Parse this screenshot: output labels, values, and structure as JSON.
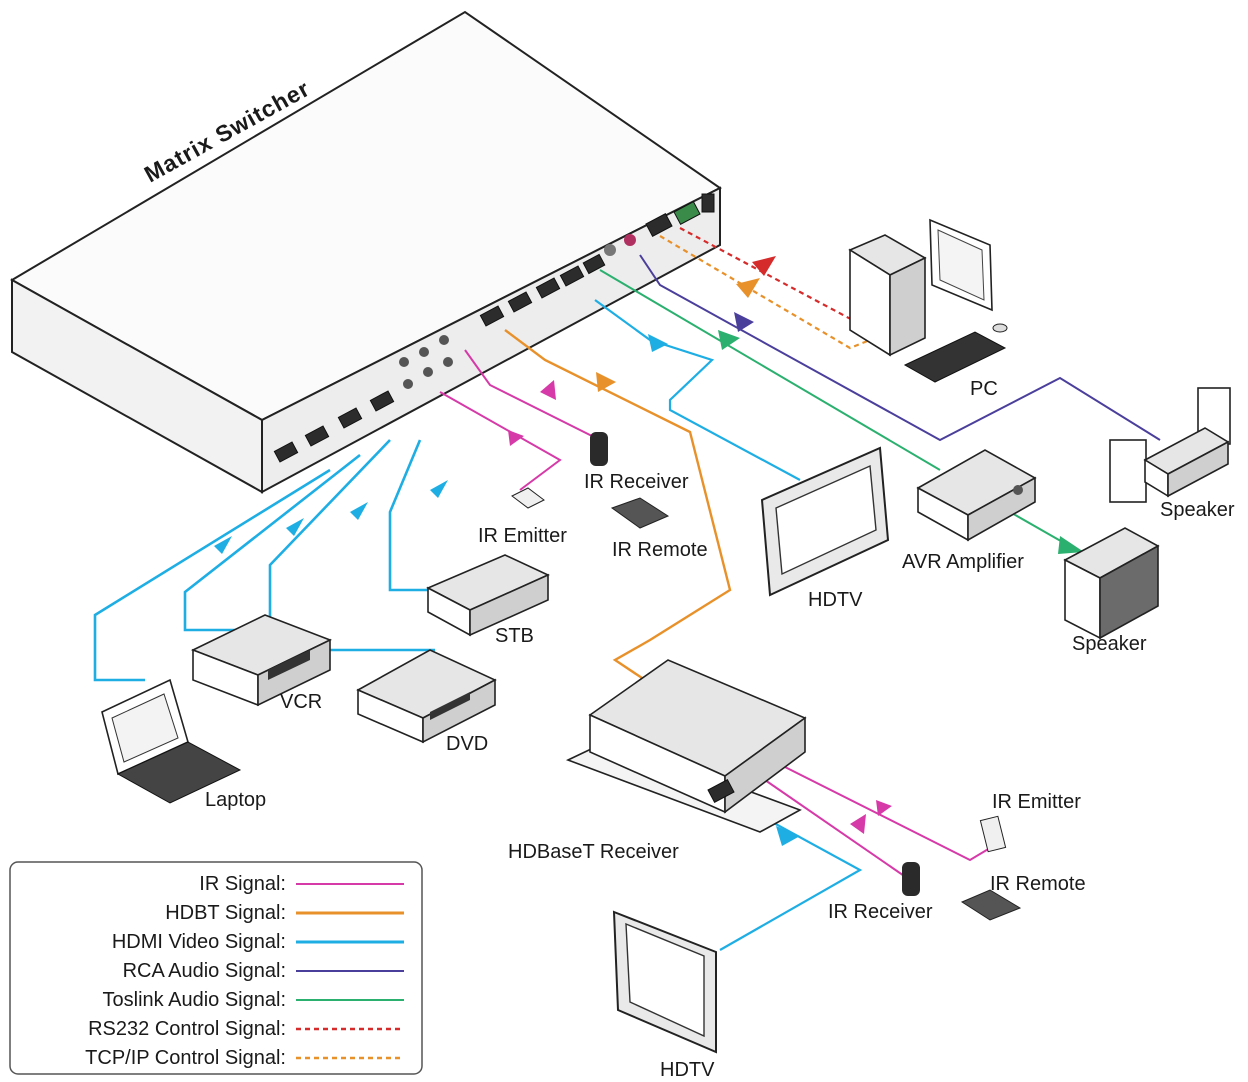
{
  "title": "Matrix Switcher",
  "labels": {
    "pc": "PC",
    "speaker_top": "Speaker",
    "speaker_bottom": "Speaker",
    "ir_receiver_top": "IR Receiver",
    "ir_emitter_top": "IR Emitter",
    "ir_remote_top": "IR Remote",
    "hdtv_top": "HDTV",
    "avr": "AVR  Amplifier",
    "stb": "STB",
    "vcr": "VCR",
    "dvd": "DVD",
    "laptop": "Laptop",
    "hdbaset": "HDBaseT Receiver",
    "ir_emitter_bottom": "IR Emitter",
    "ir_remote_bottom": "IR Remote",
    "ir_receiver_bottom": "IR Receiver",
    "hdtv_bottom": "HDTV"
  },
  "legend": [
    {
      "label": "IR  Signal:",
      "color": "#d63aa8",
      "dashed": false,
      "weight": 2
    },
    {
      "label": "HDBT  Signal:",
      "color": "#e8912a",
      "dashed": false,
      "weight": 3
    },
    {
      "label": "HDMI Video Signal:",
      "color": "#1eaee4",
      "dashed": false,
      "weight": 3
    },
    {
      "label": "RCA Audio Signal:",
      "color": "#4b3f9c",
      "dashed": false,
      "weight": 2
    },
    {
      "label": "Toslink Audio Signal:",
      "color": "#2bb06f",
      "dashed": false,
      "weight": 2
    },
    {
      "label": "RS232 Control  Signal:",
      "color": "#d62b2b",
      "dashed": true,
      "weight": 2.5
    },
    {
      "label": "TCP/IP Control  Signal:",
      "color": "#e8912a",
      "dashed": true,
      "weight": 2.5
    }
  ],
  "colors": {
    "ir": "#d63aa8",
    "hdbt": "#e8912a",
    "hdmi": "#1eaee4",
    "rca": "#4b3f9c",
    "toslink": "#2bb06f",
    "rs232": "#d62b2b",
    "tcpip": "#e8912a"
  }
}
